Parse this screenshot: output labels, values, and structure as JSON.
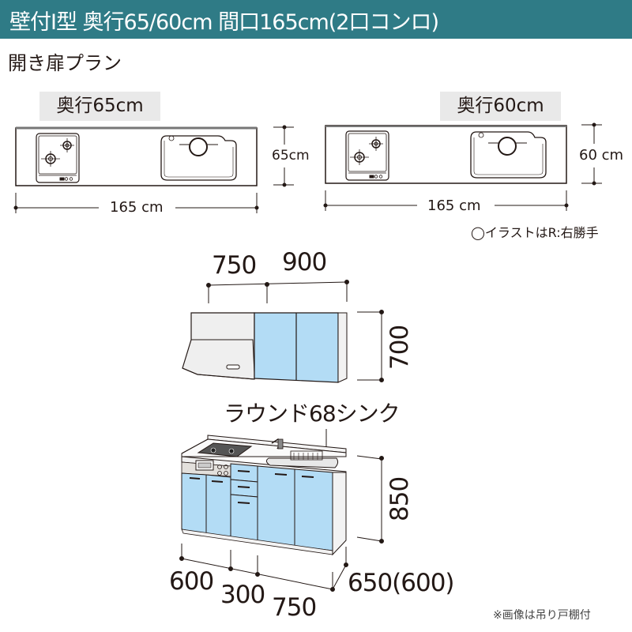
{
  "header": {
    "title": "壁付I型 奥行65/60cm 間口165cm(2口コンロ)",
    "bg_color": "#2f7b86"
  },
  "subtitle": "開き扉プラン",
  "plans": [
    {
      "depth_label": "奥行65cm",
      "depth_dim": "65cm",
      "width_dim": "165 cm"
    },
    {
      "depth_label": "奥行60cm",
      "depth_dim": "60 cm",
      "width_dim": "165 cm"
    }
  ],
  "illustration_note": "◯イラストはR:右勝手",
  "wall_cabinet": {
    "width_left": "750",
    "width_right": "900",
    "height": "700"
  },
  "base_cabinet": {
    "sink_label": "ラウンド68シンク",
    "height": "850",
    "widths": [
      "600",
      "300",
      "750"
    ],
    "depth": "650(600)"
  },
  "footer_note": "※画像は吊り戸棚付",
  "colors": {
    "door_blue": "#b3dcf5",
    "panel_gray": "#eeeeee",
    "line": "#231815"
  }
}
